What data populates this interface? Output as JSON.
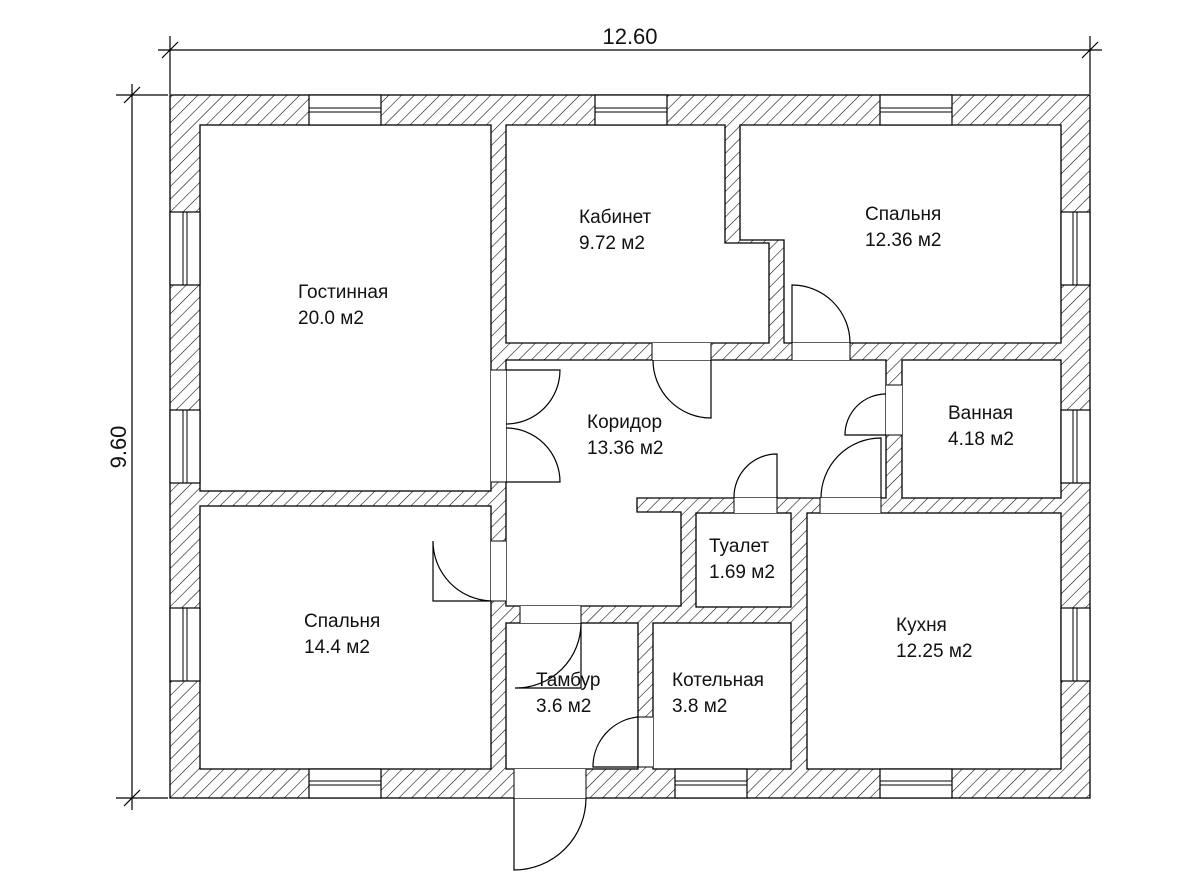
{
  "plan": {
    "dimensions": {
      "width": "12.60",
      "height": "9.60"
    },
    "rooms": [
      {
        "id": "living",
        "name": "Гостинная",
        "area": "20.0 м2"
      },
      {
        "id": "office",
        "name": "Кабинет",
        "area": "9.72 м2"
      },
      {
        "id": "bedroom1",
        "name": "Спальня",
        "area": "12.36 м2"
      },
      {
        "id": "corridor",
        "name": "Коридор",
        "area": "13.36 м2"
      },
      {
        "id": "bathroom",
        "name": "Ванная",
        "area": "4.18 м2"
      },
      {
        "id": "bedroom2",
        "name": "Спальня",
        "area": "14.4 м2"
      },
      {
        "id": "toilet",
        "name": "Туалет",
        "area": "1.69 м2"
      },
      {
        "id": "kitchen",
        "name": "Кухня",
        "area": "12.25 м2"
      },
      {
        "id": "vestibule",
        "name": "Тамбур",
        "area": "3.6 м2"
      },
      {
        "id": "boiler",
        "name": "Котельная",
        "area": "3.8 м2"
      }
    ]
  }
}
